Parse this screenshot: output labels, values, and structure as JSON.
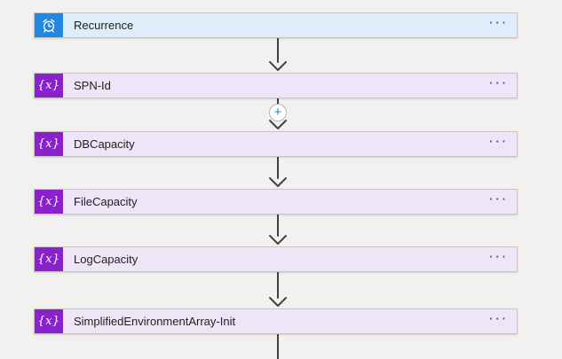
{
  "colors": {
    "canvas_bg": "#F2F1F0",
    "card_border": "#C6C5C3",
    "arrow": "#44423F",
    "label_text": "#1F1E1D",
    "menu_dots": "#2E5C9E",
    "recurrence_card_bg": "#DFECFA",
    "recurrence_icon_bg": "#2287E0",
    "variable_card_bg": "#EFE5F8",
    "variable_icon_bg": "#8A22CC",
    "plus_color": "#2D7FD4",
    "plus_border": "#B8B6B4",
    "plus_bg": "#FFFFFF"
  },
  "flow": {
    "steps": [
      {
        "label": "Recurrence",
        "kind": "recurrence",
        "icon": "alarm-clock-icon",
        "menu": "···"
      },
      {
        "label": "SPN-Id",
        "kind": "variable",
        "icon": "variable-icon",
        "menu": "···"
      },
      {
        "label": "DBCapacity",
        "kind": "variable",
        "icon": "variable-icon",
        "menu": "···"
      },
      {
        "label": "FileCapacity",
        "kind": "variable",
        "icon": "variable-icon",
        "menu": "···"
      },
      {
        "label": "LogCapacity",
        "kind": "variable",
        "icon": "variable-icon",
        "menu": "···"
      },
      {
        "label": "SimplifiedEnvironmentArray-Init",
        "kind": "variable",
        "icon": "variable-icon",
        "menu": "···"
      }
    ],
    "variable_icon_glyph": "{x}",
    "insert_button": {
      "glyph": "+"
    }
  }
}
